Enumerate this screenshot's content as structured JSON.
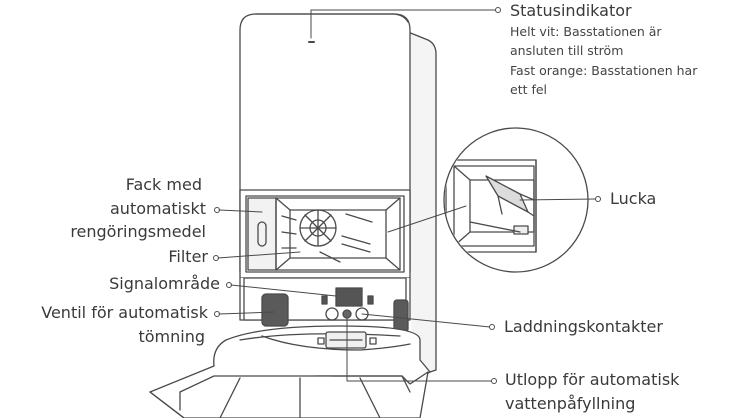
{
  "callouts": {
    "status_indicator": {
      "title": "Statusindikator",
      "line1": "Helt vit: Basstationen är",
      "line2": "ansluten till ström",
      "line3": "Fast orange: Basstationen har",
      "line4": "ett fel"
    },
    "detergent_box": {
      "line1": "Fack med",
      "line2": "automatiskt",
      "line3": "rengöringsmedel"
    },
    "filter": "Filter",
    "signal_area": "Signalområde",
    "auto_empty_valve": {
      "line1": "Ventil för automatisk",
      "line2": "tömning"
    },
    "hatch": "Lucka",
    "charging_contacts": "Laddningskontakter",
    "water_refill_outlet": {
      "line1": "Utlopp för automatisk",
      "line2": "vattenpåfyllning"
    }
  },
  "colors": {
    "line": "#4a4a4a",
    "body_fill": "#ffffff",
    "shade": "#e8e8e8"
  }
}
